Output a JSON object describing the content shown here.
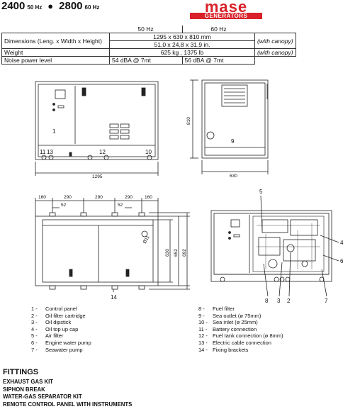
{
  "header": {
    "model_a": "2400",
    "freq_a": "50 Hz",
    "model_b": "2800",
    "freq_b": "60 Hz",
    "separator": "●"
  },
  "logo": {
    "brand": "mase",
    "tagline": "GENERATORS"
  },
  "spec_table": {
    "col_50": "50 Hz",
    "col_60": "60 Hz",
    "rows": {
      "dimensions_label": "Dimensions (Leng. x Width x Height)",
      "dimensions_mm": "1295  x  630  x  810  mm",
      "dimensions_in": "51,0  x  24,8  x  31,9  in.",
      "dimensions_note": "(with canopy)",
      "weight_label": "Weight",
      "weight_value": "625   kg   ,  1375 lb",
      "weight_note": "(with canopy)",
      "noise_label": "Noise power level",
      "noise_50": "54 dBA @ 7mt",
      "noise_60": "56 dBA @ 7mt"
    }
  },
  "drawings": {
    "front_labels": {
      "n1": "1",
      "n11": "11",
      "n13": "13",
      "n12": "12",
      "n10": "10"
    },
    "front_dim": "1295",
    "side_labels": {
      "n9": "9"
    },
    "side_dim_h": "810",
    "side_dim_w": "630",
    "top_dims": {
      "d160a": "160",
      "d290a": "290",
      "d290b": "290",
      "d290c": "290",
      "d160b": "160",
      "d52a": "52",
      "d52b": "52",
      "dia": "Ø11",
      "v630": "630",
      "v652": "652",
      "v692": "692"
    },
    "top_labels": {
      "n14": "14"
    },
    "engine_labels": {
      "n5": "5",
      "n4": "4",
      "n6": "6",
      "n8": "8",
      "n3": "3",
      "n2": "2",
      "n7": "7"
    }
  },
  "legend_left": [
    {
      "num": "1 -",
      "text": "Control panel"
    },
    {
      "num": "2 -",
      "text": "Oil filter cartridge"
    },
    {
      "num": "3 -",
      "text": "Oil dipstick"
    },
    {
      "num": "4 -",
      "text": "Oil top up cap"
    },
    {
      "num": "5 -",
      "text": "Air filter"
    },
    {
      "num": "6 -",
      "text": "Engine water pump"
    },
    {
      "num": "7 -",
      "text": "Seawater pump"
    }
  ],
  "legend_right": [
    {
      "num": "8 -",
      "text": "Fuel filter"
    },
    {
      "num": "9 -",
      "text": "Sea outlet (ø 75mm)"
    },
    {
      "num": "10 -",
      "text": "Sea inlet (ø 25mm)"
    },
    {
      "num": "11 -",
      "text": "Battery connection"
    },
    {
      "num": "12 -",
      "text": "Fuel tank connection (ø 8mm)"
    },
    {
      "num": "13 -",
      "text": "Electric cable connection"
    },
    {
      "num": "14 -",
      "text": "Fixing brackets"
    }
  ],
  "fittings": {
    "title": "FITTINGS",
    "items": [
      "EXHAUST GAS KIT",
      "SIPHON BREAK",
      "WATER-GAS SEPARATOR KIT",
      "REMOTE CONTROL PANEL WITH INSTRUMENTS"
    ]
  },
  "colors": {
    "brand_red": "#d9212a",
    "line": "#222222"
  }
}
